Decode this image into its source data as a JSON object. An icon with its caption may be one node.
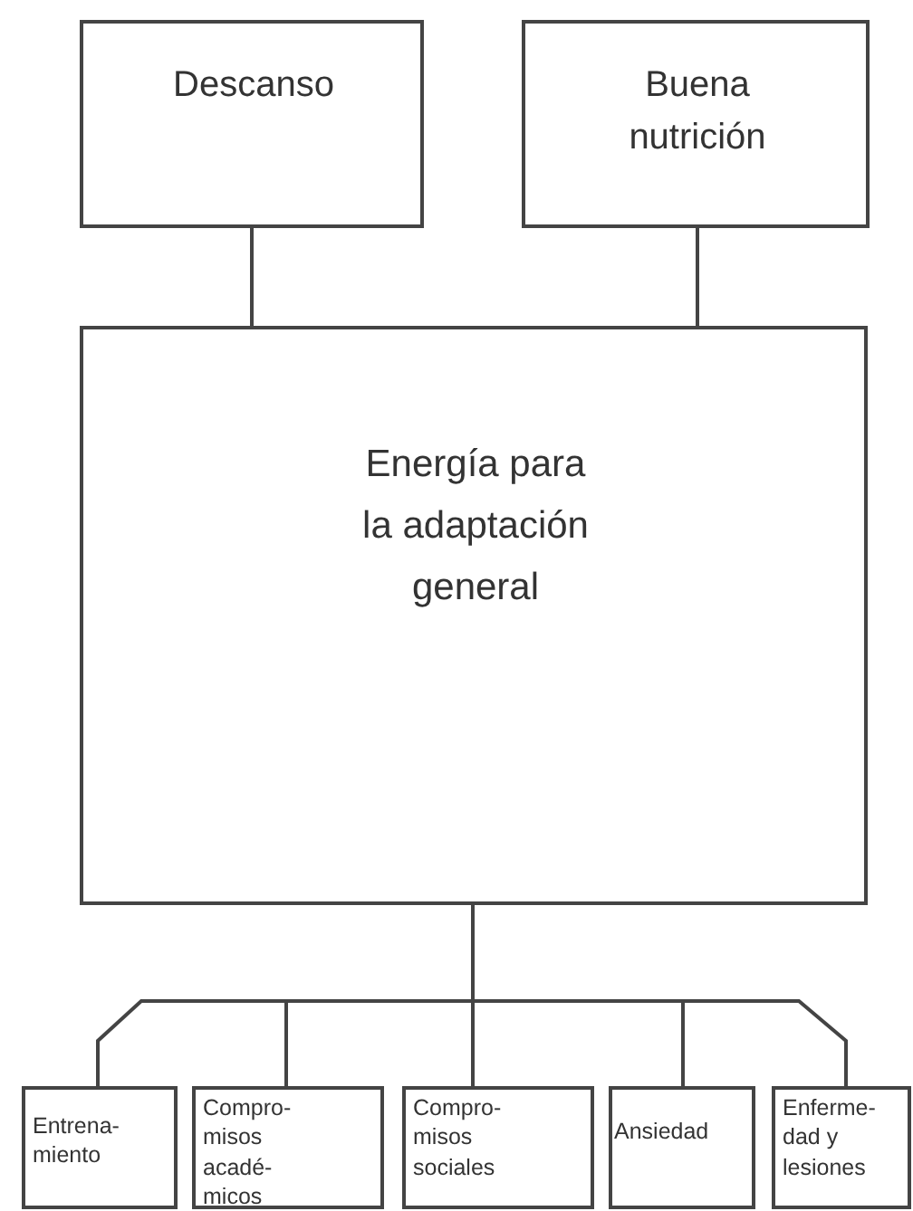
{
  "diagram": {
    "nodes": [
      {
        "text": [
          "Descanso"
        ]
      },
      {
        "text": [
          "Buena nutrición"
        ]
      },
      {
        "text": [
          "Energía para la adaptación general"
        ]
      },
      {
        "text": [
          "Entrena- miento"
        ]
      },
      {
        "text": [
          "Compro- misos acadé- micos"
        ]
      },
      {
        "text": [
          "Compro- misos sociales"
        ]
      },
      {
        "text": [
          "Ansiedad"
        ]
      },
      {
        "text": [
          "Enferme- dad y lesiones"
        ]
      }
    ],
    "edges": [
      {
        "from": 0,
        "to": 2,
        "arrow": "none"
      },
      {
        "from": 1,
        "to": 2,
        "arrow": "none"
      },
      {
        "from": 2,
        "to": 3,
        "arrow": "none"
      },
      {
        "from": 2,
        "to": 4,
        "arrow": "none"
      },
      {
        "from": 2,
        "to": 5,
        "arrow": "none"
      },
      {
        "from": 2,
        "to": 6,
        "arrow": "none"
      },
      {
        "from": 2,
        "to": 7,
        "arrow": "none"
      }
    ]
  }
}
